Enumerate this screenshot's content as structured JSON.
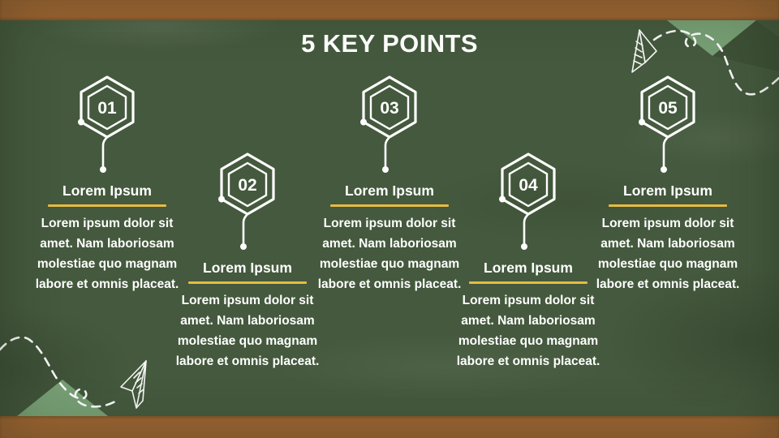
{
  "slide": {
    "title": "5 KEY POINTS"
  },
  "palette": {
    "background_green": "#44593D",
    "frame_brown": "#9C6532",
    "accent_gold": "#E7BB43",
    "chalk_white": "#FFFFFF",
    "triangle_green": "#7BA478"
  },
  "items": [
    {
      "number": "01",
      "heading": "Lorem Ipsum",
      "body": "Lorem ipsum dolor sit amet. Nam laboriosam molestiae quo magnam labore et omnis placeat."
    },
    {
      "number": "02",
      "heading": "Lorem Ipsum",
      "body": "Lorem ipsum dolor sit amet. Nam laboriosam molestiae quo magnam labore et omnis placeat."
    },
    {
      "number": "03",
      "heading": "Lorem Ipsum",
      "body": "Lorem ipsum dolor sit amet. Nam laboriosam molestiae quo magnam labore et omnis placeat."
    },
    {
      "number": "04",
      "heading": "Lorem Ipsum",
      "body": "Lorem ipsum dolor sit amet. Nam laboriosam molestiae quo magnam labore et omnis placeat."
    },
    {
      "number": "05",
      "heading": "Lorem Ipsum",
      "body": "Lorem ipsum dolor sit amet. Nam laboriosam molestiae quo magnam labore et omnis placeat."
    }
  ],
  "decorations": {
    "top_right": [
      "paper-airplane-icon",
      "dashed-trail",
      "corner-triangle"
    ],
    "bottom_left": [
      "paper-airplane-icon",
      "dashed-trail",
      "corner-triangle"
    ]
  }
}
